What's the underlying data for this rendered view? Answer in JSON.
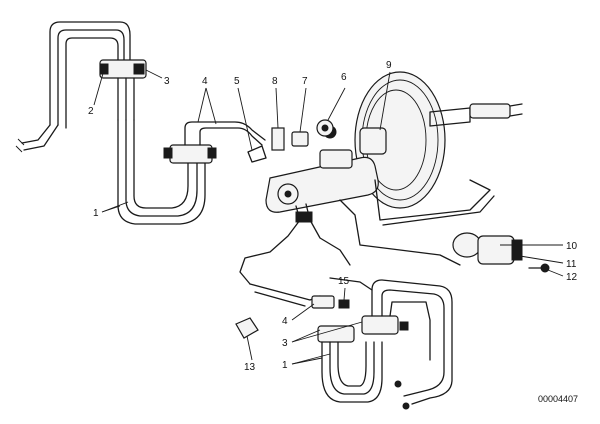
{
  "callouts": {
    "c1a": "1",
    "c2": "2",
    "c3a": "3",
    "c4a": "4",
    "c5": "5",
    "c6": "6",
    "c7": "7",
    "c8": "8",
    "c9": "9",
    "c10": "10",
    "c11": "11",
    "c12": "12",
    "c13": "13",
    "c15": "15",
    "c4b": "4",
    "c3b": "3",
    "c1b": "1"
  },
  "diagram_code": "00004407"
}
